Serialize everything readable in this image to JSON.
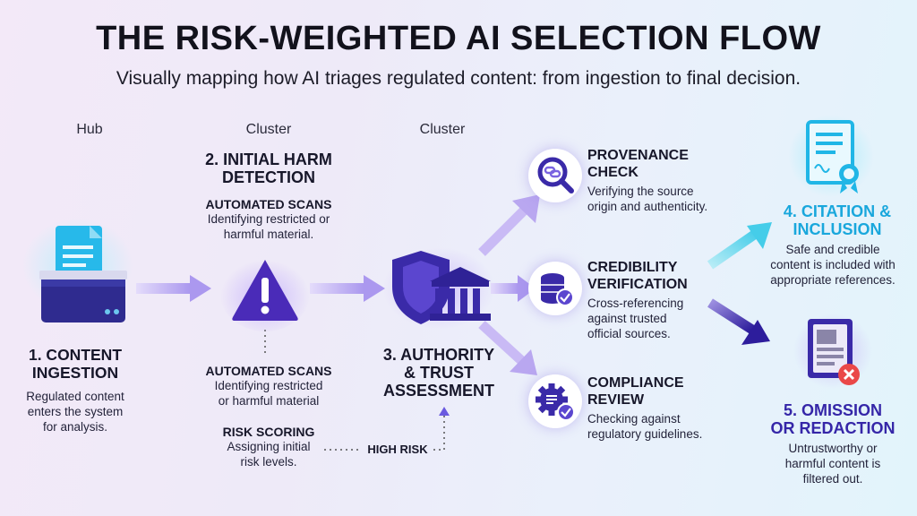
{
  "title": "THE RISK-WEIGHTED AI SELECTION FLOW",
  "subtitle": "Visually mapping how AI triages regulated content: from ingestion to final decision.",
  "columns": [
    "Hub",
    "Cluster",
    "Cluster"
  ],
  "ingestion": {
    "title_line1": "1. CONTENT",
    "title_line2": "INGESTION",
    "desc_line1": "Regulated content",
    "desc_line2": "enters the system",
    "desc_line3": "for analysis."
  },
  "harm": {
    "title_line1": "2. INITIAL HARM",
    "title_line2": "DETECTION",
    "scan1_title": "AUTOMATED SCANS",
    "scan1_desc_line1": "Identifying restricted or",
    "scan1_desc_line2": "harmful material.",
    "scan2_title": "AUTOMATED SCANS",
    "scan2_desc_line1": "Identifying restricted",
    "scan2_desc_line2": "or harmful material",
    "risk_title": "RISK SCORING",
    "risk_desc_line1": "Assigning initial",
    "risk_desc_line2": "risk levels.",
    "high_risk": "HIGH RISK"
  },
  "authority": {
    "title_line1": "3. AUTHORITY",
    "title_line2": "& TRUST",
    "title_line3": "ASSESSMENT"
  },
  "checks": [
    {
      "title_line1": "PROVENANCE",
      "title_line2": "CHECK",
      "desc_line1": "Verifying the source",
      "desc_line2": "origin and authenticity.",
      "desc_line3": ""
    },
    {
      "title_line1": "CREDIBILITY",
      "title_line2": "VERIFICATION",
      "desc_line1": "Cross-referencing",
      "desc_line2": "against trusted",
      "desc_line3": "official sources."
    },
    {
      "title_line1": "COMPLIANCE",
      "title_line2": "REVIEW",
      "desc_line1": "Checking against",
      "desc_line2": "regulatory guidelines.",
      "desc_line3": ""
    }
  ],
  "citation": {
    "title_line1": "4. CITATION &",
    "title_line2": "INCLUSION",
    "desc_line1": "Safe and credible",
    "desc_line2": "content is included with",
    "desc_line3": "appropriate references."
  },
  "omission": {
    "title_line1": "5. OMISSION",
    "title_line2": "OR REDACTION",
    "desc_line1": "Untrustworthy or",
    "desc_line2": "harmful content is",
    "desc_line3": "filtered out."
  },
  "colors": {
    "accent_blue": "#19a7dc",
    "accent_indigo": "#3526a8",
    "arrow_light": "#b9a7f0",
    "arrow_cyan": "#5fd6ee"
  }
}
